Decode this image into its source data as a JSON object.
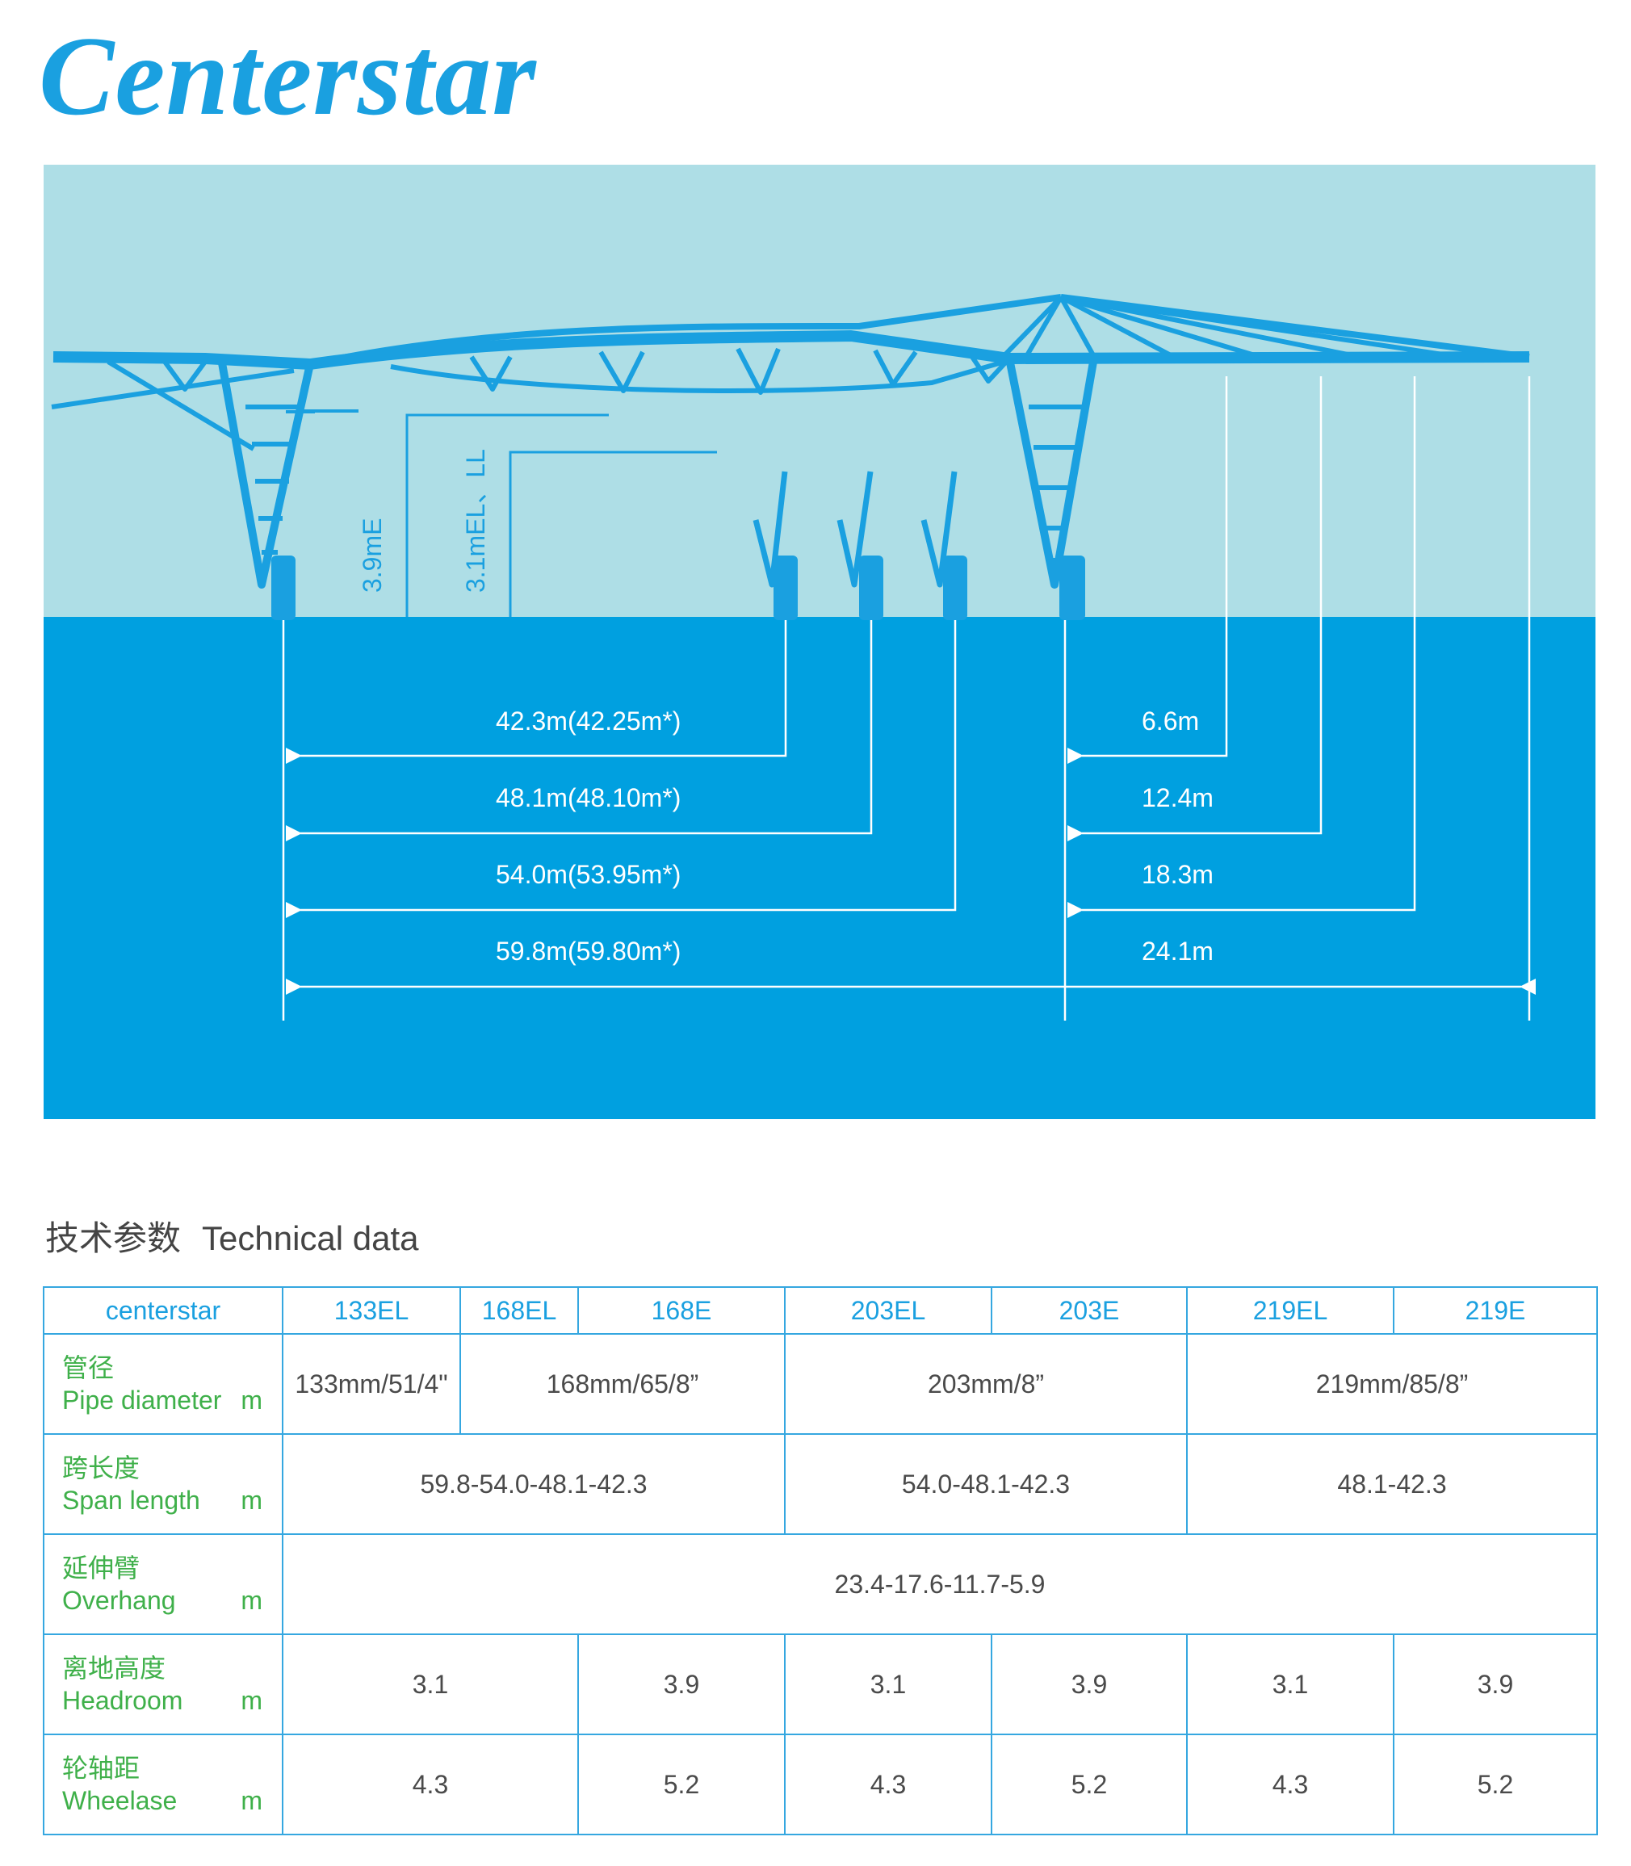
{
  "brand": {
    "name": "Centerstar"
  },
  "colors": {
    "sky": "#aedee6",
    "ground": "#00a0e0",
    "structure": "#1aa0e0",
    "accent_green": "#3fb04a",
    "border": "#35a7e0"
  },
  "diagram": {
    "heights": {
      "h1": "3.9mE",
      "h2": "3.1mEL、LL"
    },
    "spans": [
      "42.3m(42.25m*)",
      "48.1m(48.10m*)",
      "54.0m(53.95m*)",
      "59.8m(59.80m*)"
    ],
    "overhangs": [
      "6.6m",
      "12.4m",
      "18.3m",
      "24.1m"
    ]
  },
  "section": {
    "title_cn": "技术参数",
    "title_en": "Technical data"
  },
  "table": {
    "header": [
      "centerstar",
      "133EL",
      "168EL",
      "168E",
      "203EL",
      "203E",
      "219EL",
      "219E"
    ],
    "pipe": {
      "label_cn": "管径",
      "label_en": "Pipe diameter",
      "unit": "m",
      "values": [
        "133mm/51/4\"",
        "168mm/65/8”",
        "203mm/8”",
        "219mm/85/8”"
      ]
    },
    "span": {
      "label_cn": "跨长度",
      "label_en": "Span length",
      "unit": "m",
      "values": [
        "59.8-54.0-48.1-42.3",
        "54.0-48.1-42.3",
        "48.1-42.3"
      ]
    },
    "overhang": {
      "label_cn": "延伸臂",
      "label_en": "Overhang",
      "unit": "m",
      "values": [
        "23.4-17.6-11.7-5.9"
      ]
    },
    "headroom": {
      "label_cn": "离地高度",
      "label_en": "Headroom",
      "unit": "m",
      "values": [
        "3.1",
        "3.9",
        "3.1",
        "3.9",
        "3.1",
        "3.9"
      ]
    },
    "wheelbase": {
      "label_cn": "轮轴距",
      "label_en": "Wheelase",
      "unit": "m",
      "values": [
        "4.3",
        "5.2",
        "4.3",
        "5.2",
        "4.3",
        "5.2"
      ]
    }
  }
}
